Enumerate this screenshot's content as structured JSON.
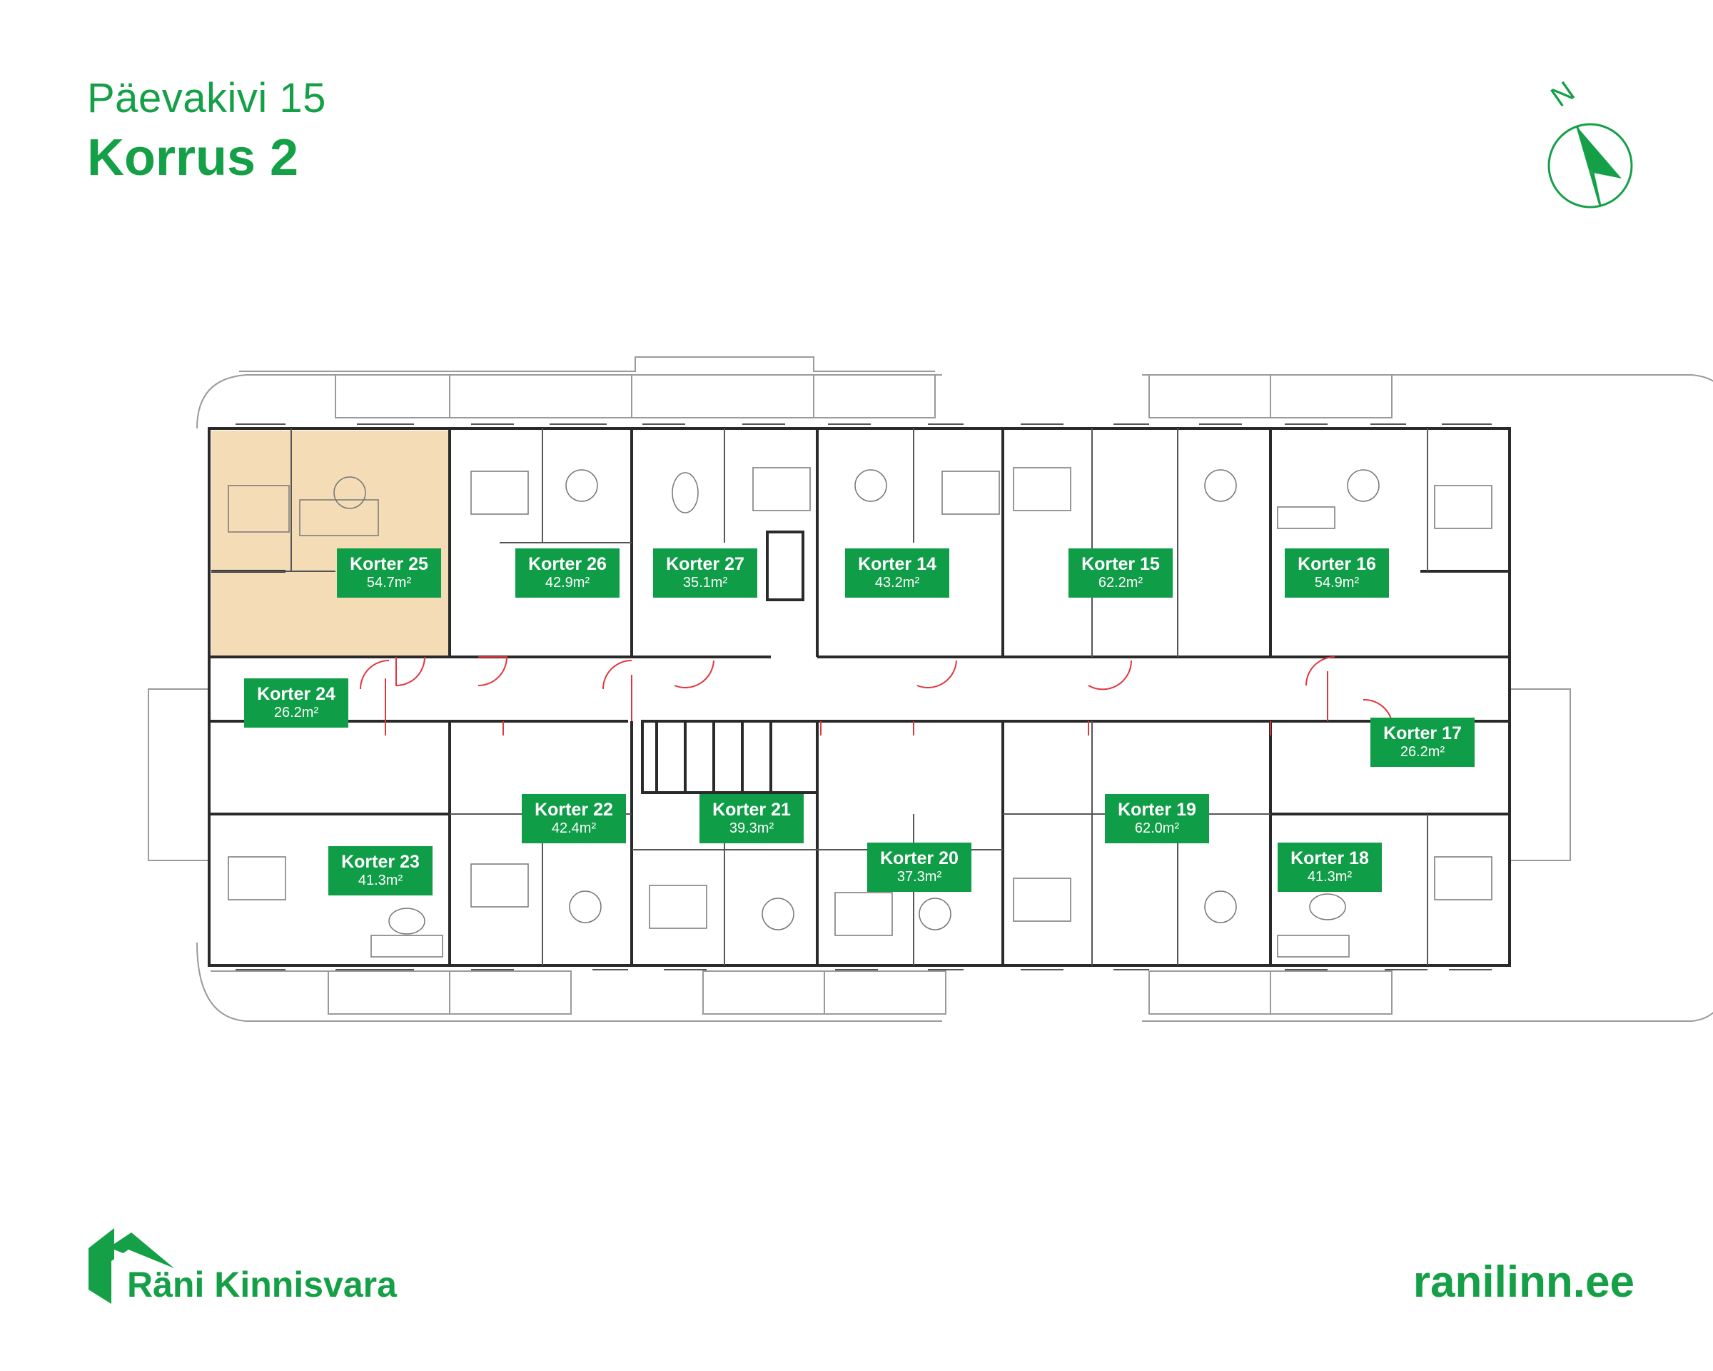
{
  "header": {
    "building": "Päevakivi 15",
    "floor": "Korrus 2"
  },
  "compass": {
    "label": "N",
    "icon": "north-arrow-icon"
  },
  "colors": {
    "brand": "#15a048",
    "label_bg": "#0f9d47",
    "highlight": "#f3dcb6",
    "wall": "#2a2a2a",
    "door": "#e2353d"
  },
  "highlighted_unit": "Korter 25",
  "units": [
    {
      "name": "Korter 25",
      "area": "54.7m²"
    },
    {
      "name": "Korter 26",
      "area": "42.9m²"
    },
    {
      "name": "Korter 27",
      "area": "35.1m²"
    },
    {
      "name": "Korter 14",
      "area": "43.2m²"
    },
    {
      "name": "Korter 15",
      "area": "62.2m²"
    },
    {
      "name": "Korter 16",
      "area": "54.9m²"
    },
    {
      "name": "Korter 24",
      "area": "26.2m²"
    },
    {
      "name": "Korter 17",
      "area": "26.2m²"
    },
    {
      "name": "Korter 22",
      "area": "42.4m²"
    },
    {
      "name": "Korter 21",
      "area": "39.3m²"
    },
    {
      "name": "Korter 19",
      "area": "62.0m²"
    },
    {
      "name": "Korter 23",
      "area": "41.3m²"
    },
    {
      "name": "Korter 20",
      "area": "37.3m²"
    },
    {
      "name": "Korter 18",
      "area": "41.3m²"
    }
  ],
  "footer": {
    "company": "Räni Kinnisvara",
    "website": "ranilinn.ee"
  }
}
